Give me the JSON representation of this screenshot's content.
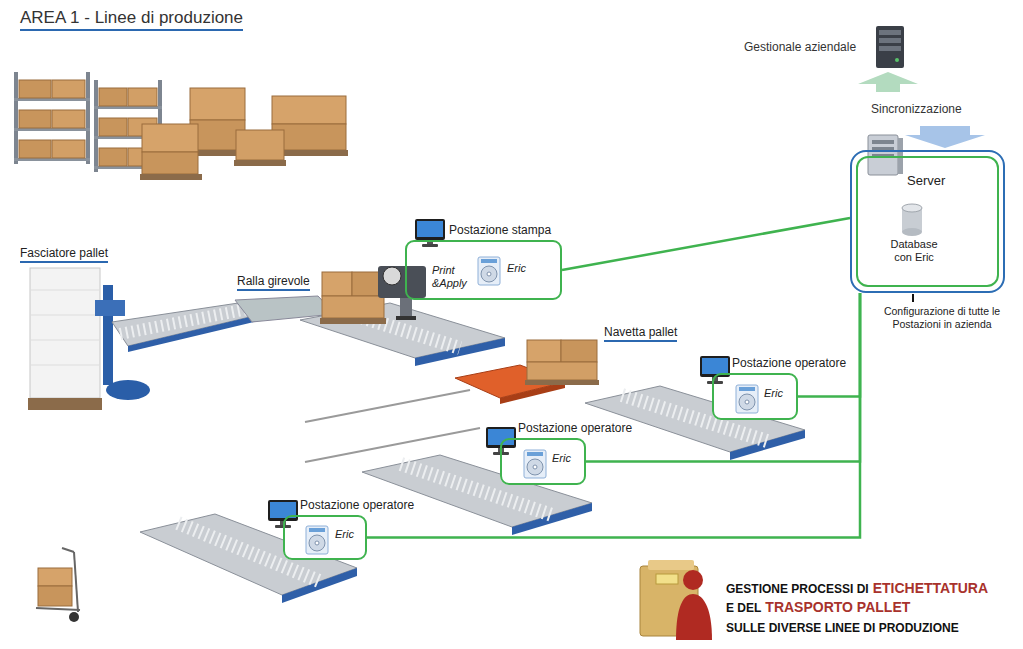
{
  "diagram": {
    "title": "AREA 1 - Linee di produzione",
    "nodes": [
      {
        "text": [
          "Gestionale aziendale"
        ]
      },
      {
        "text": [
          "Server",
          "Database con Eric"
        ]
      },
      {
        "text": [
          "Postazione stampa",
          "Eric"
        ]
      },
      {
        "text": [
          "Postazione operatore",
          "Eric"
        ]
      },
      {
        "text": [
          "Postazione operatore",
          "Eric"
        ]
      },
      {
        "text": [
          "Postazione operatore",
          "Eric"
        ]
      }
    ],
    "edges": [
      {
        "from": 0,
        "to": 1,
        "label": "Sincronizzazione",
        "arrow": "both"
      },
      {
        "from": 1,
        "to": 2,
        "arrow": "none"
      },
      {
        "from": 1,
        "to": 3,
        "arrow": "none"
      },
      {
        "from": 1,
        "to": 4,
        "arrow": "none"
      },
      {
        "from": 1,
        "to": 5,
        "arrow": "none"
      }
    ],
    "labels": [
      "Fasciatore pallet",
      "Ralla girevole",
      "Print &Apply",
      "Navetta pallet",
      "Configurazione di tutte le Postazioni in azienda",
      "GESTIONE PROCESSI DI",
      "ETICHETTATURA",
      "E DEL",
      "TRASPORTO PALLET",
      "SULLE DIVERSE LINEE DI PRODUZIONE"
    ]
  }
}
